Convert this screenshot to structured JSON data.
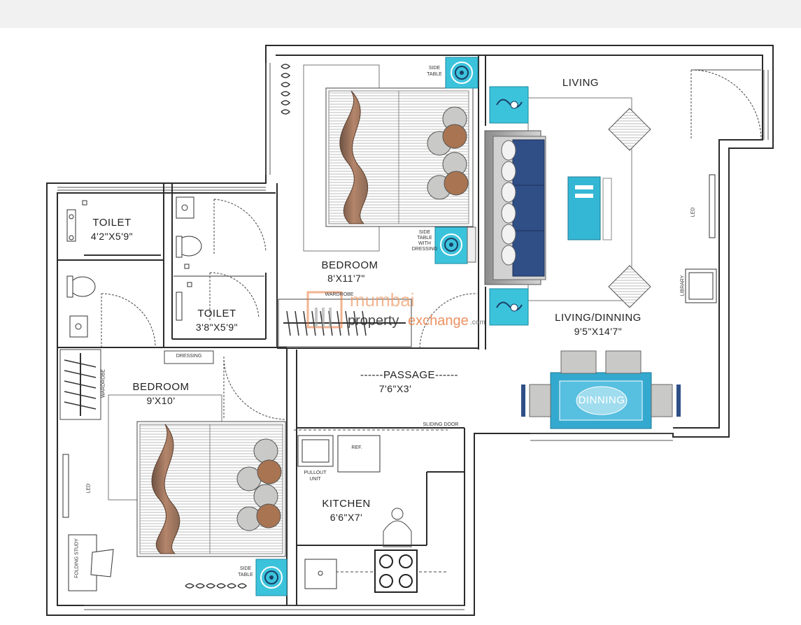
{
  "rooms": {
    "living": "LIVING",
    "living_dining": "LIVING/DINNING",
    "living_dining_dim": "9'5\"X14'7\"",
    "bedroom1": "BEDROOM",
    "bedroom1_dim": "8'X11'7\"",
    "bedroom2": "BEDROOM",
    "bedroom2_dim": "9'X10'",
    "toilet1": "TOILET",
    "toilet1_dim": "4'2\"X5'9\"",
    "toilet2": "TOILET",
    "toilet2_dim": "3'8\"X5'9\"",
    "passage": "PASSAGE",
    "passage_dim": "7'6\"X3'",
    "kitchen": "KITCHEN",
    "kitchen_dim": "6'6\"X7'",
    "dinning": "DINNING"
  },
  "annotations": {
    "side_table_top_1": "SIDE",
    "side_table_top_2": "TABLE",
    "side_table_dressing_1": "SIDE",
    "side_table_dressing_2": "TABLE",
    "side_table_dressing_3": "WITH",
    "side_table_dressing_4": "DRESSING",
    "side_table_bottom_1": "SIDE",
    "side_table_bottom_2": "TABLE",
    "wardrobe_top": "WARDROBE",
    "wardrobe_left": "WARDROBE",
    "dressing": "DRESSING",
    "sliding_door": "SLIDING DOOR",
    "pullout_1": "PULLOUT",
    "pullout_2": "UNIT",
    "ref": "REF.",
    "library": "LIBRARY",
    "led_right": "LED",
    "led_left": "LED",
    "folding_study": "FOLDING STUDY"
  },
  "watermark": {
    "line1": "mumbai",
    "line2a": "property",
    "line2b": "exchange",
    "line2c": ".com"
  },
  "colors": {
    "wall": "#2b2b2b",
    "cyan": "#3cc3dc",
    "sofa_blue": "#2f4f86",
    "wood_brown": "#a87452",
    "pillow_grey": "#c9c9c7",
    "dining_table": "#34a9cf",
    "watermark_orange": "#e8763a"
  }
}
